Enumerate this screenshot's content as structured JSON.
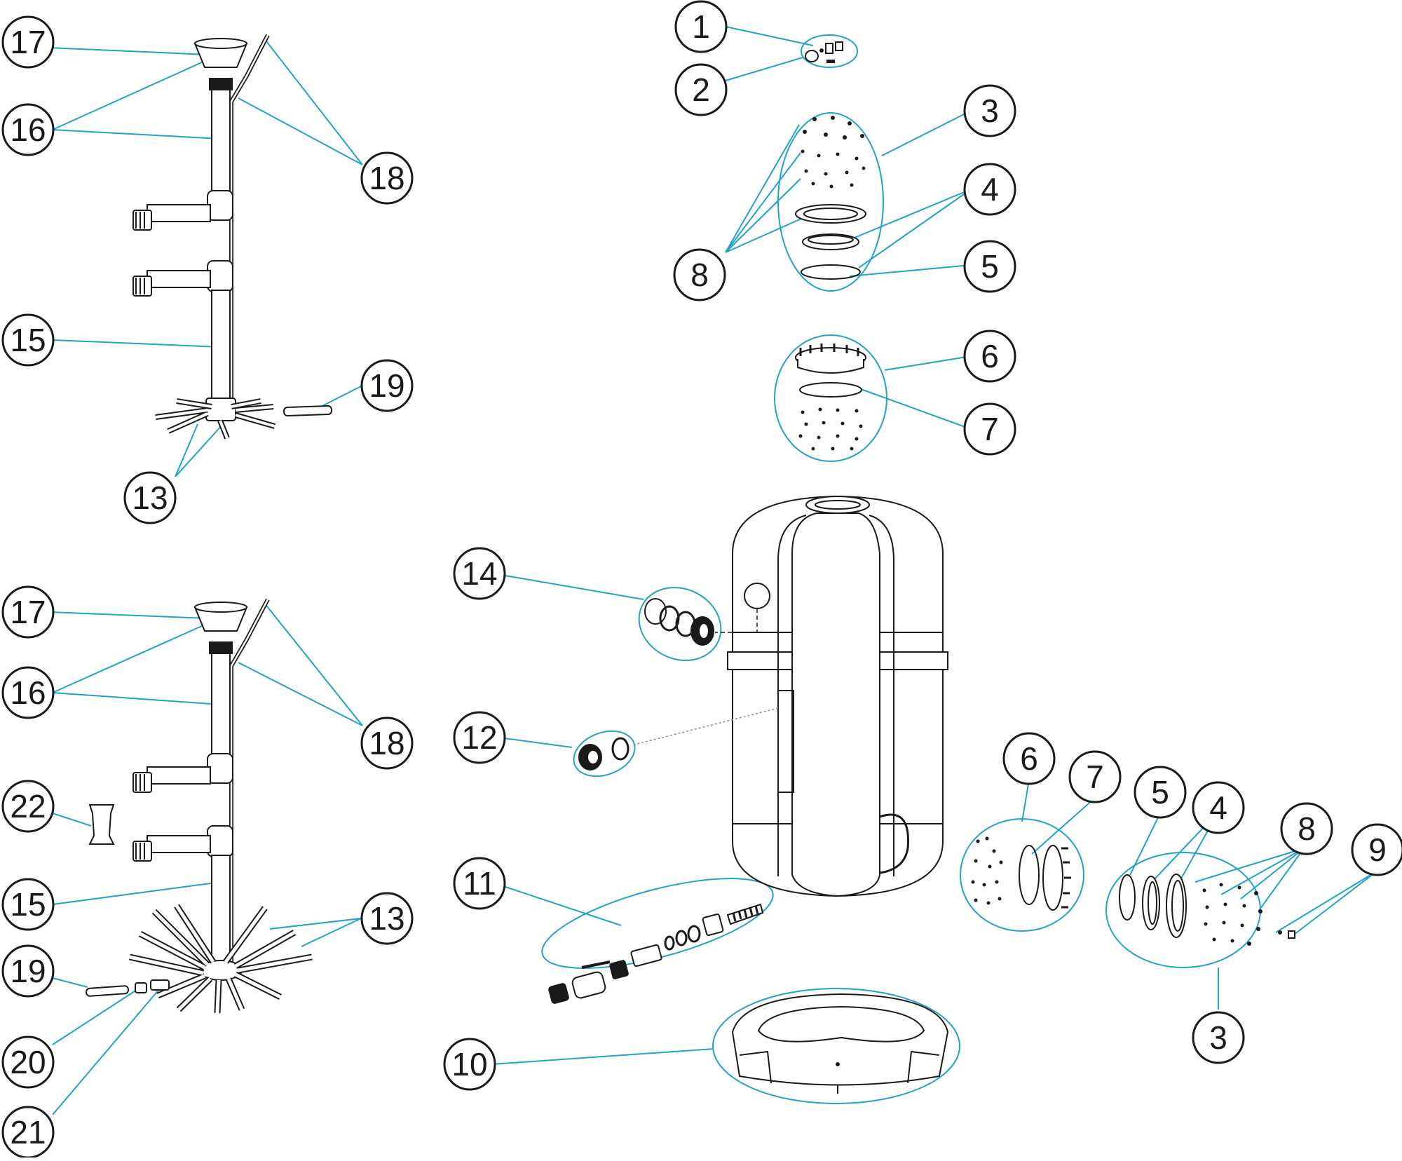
{
  "colors": {
    "leader": "#1fa3c9",
    "ink": "#1a1a1a",
    "paper": "#ffffff",
    "shade": "#8c8c8c"
  },
  "callouts": [
    {
      "label": "17"
    },
    {
      "label": "16"
    },
    {
      "label": "18"
    },
    {
      "label": "15"
    },
    {
      "label": "19"
    },
    {
      "label": "13"
    },
    {
      "label": "17"
    },
    {
      "label": "16"
    },
    {
      "label": "18"
    },
    {
      "label": "22"
    },
    {
      "label": "15"
    },
    {
      "label": "13"
    },
    {
      "label": "19"
    },
    {
      "label": "20"
    },
    {
      "label": "21"
    },
    {
      "label": "1"
    },
    {
      "label": "2"
    },
    {
      "label": "3"
    },
    {
      "label": "4"
    },
    {
      "label": "8"
    },
    {
      "label": "5"
    },
    {
      "label": "6"
    },
    {
      "label": "7"
    },
    {
      "label": "14"
    },
    {
      "label": "12"
    },
    {
      "label": "11"
    },
    {
      "label": "10"
    },
    {
      "label": "6"
    },
    {
      "label": "7"
    },
    {
      "label": "5"
    },
    {
      "label": "4"
    },
    {
      "label": "8"
    },
    {
      "label": "9"
    },
    {
      "label": "3"
    }
  ]
}
